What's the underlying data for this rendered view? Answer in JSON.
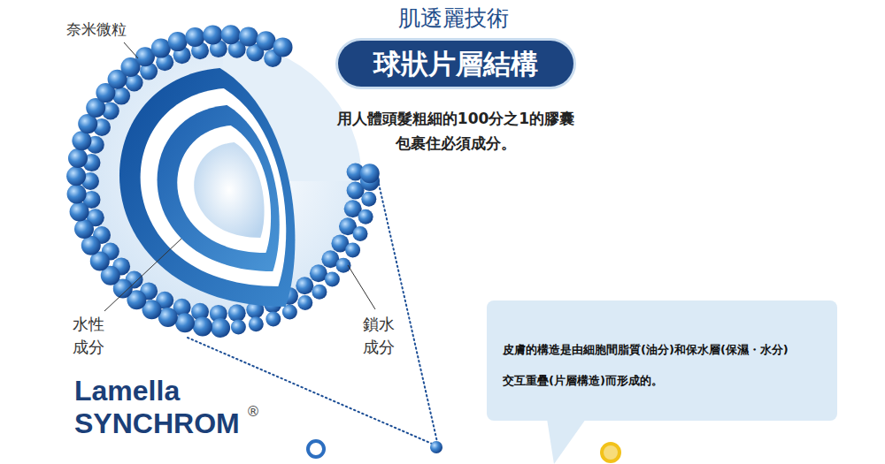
{
  "diagram": {
    "title": "肌透麗技術",
    "nodes": [
      {
        "text": [
          "球狀片層結構"
        ]
      },
      {
        "text": [
          "皮膚的構造是由細胞間脂質(油分)和保水層(保濕・水分) 交互重疊(片層構造)而形成的。"
        ]
      }
    ],
    "labels": [
      "奈米微粒",
      "用人體頭髮粗細的100分之1的膠囊 包裹住必須成分。",
      "水性 成分",
      "鎖水 成分",
      "Lamella SYNCHROM",
      "®"
    ]
  }
}
